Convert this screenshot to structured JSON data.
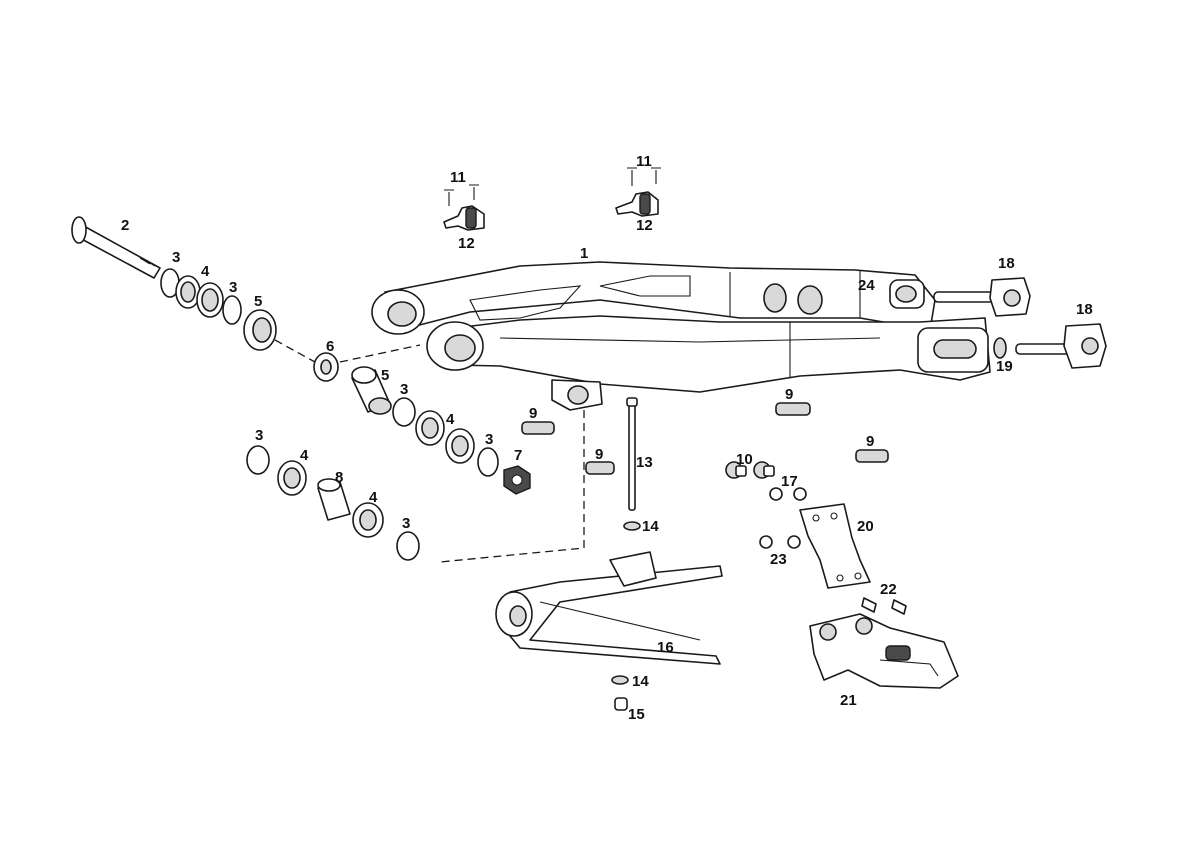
{
  "callouts": [
    {
      "id": "c1",
      "label": "1"
    },
    {
      "id": "c2",
      "label": "2"
    },
    {
      "id": "c3a",
      "label": "3"
    },
    {
      "id": "c4a",
      "label": "4"
    },
    {
      "id": "c3b",
      "label": "3"
    },
    {
      "id": "c5a",
      "label": "5"
    },
    {
      "id": "c6",
      "label": "6"
    },
    {
      "id": "c5b",
      "label": "5"
    },
    {
      "id": "c3c",
      "label": "3"
    },
    {
      "id": "c4b",
      "label": "4"
    },
    {
      "id": "c3d",
      "label": "3"
    },
    {
      "id": "c7",
      "label": "7"
    },
    {
      "id": "c3e",
      "label": "3"
    },
    {
      "id": "c4c",
      "label": "4"
    },
    {
      "id": "c8",
      "label": "8"
    },
    {
      "id": "c4d",
      "label": "4"
    },
    {
      "id": "c3f",
      "label": "3"
    },
    {
      "id": "c9a",
      "label": "9"
    },
    {
      "id": "c9b",
      "label": "9"
    },
    {
      "id": "c9c",
      "label": "9"
    },
    {
      "id": "c9d",
      "label": "9"
    },
    {
      "id": "c10",
      "label": "10"
    },
    {
      "id": "c11a",
      "label": "11"
    },
    {
      "id": "c12a",
      "label": "12"
    },
    {
      "id": "c11b",
      "label": "11"
    },
    {
      "id": "c12b",
      "label": "12"
    },
    {
      "id": "c13",
      "label": "13"
    },
    {
      "id": "c14a",
      "label": "14"
    },
    {
      "id": "c14b",
      "label": "14"
    },
    {
      "id": "c15",
      "label": "15"
    },
    {
      "id": "c16",
      "label": "16"
    },
    {
      "id": "c17",
      "label": "17"
    },
    {
      "id": "c18a",
      "label": "18"
    },
    {
      "id": "c18b",
      "label": "18"
    },
    {
      "id": "c19",
      "label": "19"
    },
    {
      "id": "c20",
      "label": "20"
    },
    {
      "id": "c21",
      "label": "21"
    },
    {
      "id": "c22",
      "label": "22"
    },
    {
      "id": "c23",
      "label": "23"
    },
    {
      "id": "c24",
      "label": "24"
    }
  ]
}
